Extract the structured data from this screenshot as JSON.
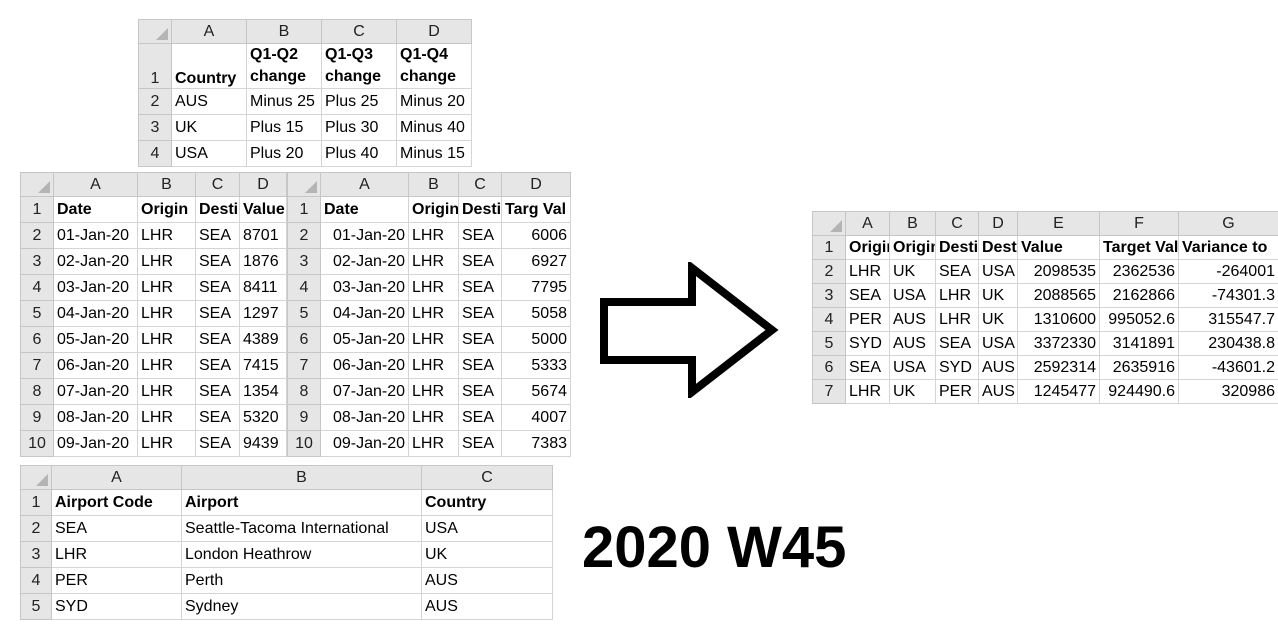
{
  "col_letters": {
    "a": "A",
    "b": "B",
    "c": "C",
    "d": "D",
    "e": "E",
    "f": "F",
    "g": "G"
  },
  "changes_table": {
    "row_numbers": [
      "1",
      "2",
      "3",
      "4"
    ],
    "header": [
      "Country",
      "Q1-Q2 change",
      "Q1-Q3 change",
      "Q1-Q4 change"
    ],
    "rows": [
      [
        "AUS",
        "Minus 25",
        "Plus 25",
        "Minus 20"
      ],
      [
        "UK",
        "Plus 15",
        "Plus 30",
        "Minus 40"
      ],
      [
        "USA",
        "Plus 20",
        "Plus 40",
        "Minus 15"
      ]
    ]
  },
  "values_table": {
    "row_numbers": [
      "1",
      "2",
      "3",
      "4",
      "5",
      "6",
      "7",
      "8",
      "9",
      "10"
    ],
    "header": [
      "Date",
      "Origin",
      "Desti",
      "Value"
    ],
    "rows": [
      [
        "01-Jan-20",
        "LHR",
        "SEA",
        "8701"
      ],
      [
        "02-Jan-20",
        "LHR",
        "SEA",
        "1876"
      ],
      [
        "03-Jan-20",
        "LHR",
        "SEA",
        "8411"
      ],
      [
        "04-Jan-20",
        "LHR",
        "SEA",
        "1297"
      ],
      [
        "05-Jan-20",
        "LHR",
        "SEA",
        "4389"
      ],
      [
        "06-Jan-20",
        "LHR",
        "SEA",
        "7415"
      ],
      [
        "07-Jan-20",
        "LHR",
        "SEA",
        "1354"
      ],
      [
        "08-Jan-20",
        "LHR",
        "SEA",
        "5320"
      ],
      [
        "09-Jan-20",
        "LHR",
        "SEA",
        "9439"
      ]
    ]
  },
  "targets_table": {
    "row_numbers": [
      "1",
      "2",
      "3",
      "4",
      "5",
      "6",
      "7",
      "8",
      "9",
      "10"
    ],
    "header": [
      "Date",
      "Origin",
      "Desti",
      "Targ Val"
    ],
    "rows": [
      [
        "01-Jan-20",
        "LHR",
        "SEA",
        "6006"
      ],
      [
        "02-Jan-20",
        "LHR",
        "SEA",
        "6927"
      ],
      [
        "03-Jan-20",
        "LHR",
        "SEA",
        "7795"
      ],
      [
        "04-Jan-20",
        "LHR",
        "SEA",
        "5058"
      ],
      [
        "05-Jan-20",
        "LHR",
        "SEA",
        "5000"
      ],
      [
        "06-Jan-20",
        "LHR",
        "SEA",
        "5333"
      ],
      [
        "07-Jan-20",
        "LHR",
        "SEA",
        "5674"
      ],
      [
        "08-Jan-20",
        "LHR",
        "SEA",
        "4007"
      ],
      [
        "09-Jan-20",
        "LHR",
        "SEA",
        "7383"
      ]
    ]
  },
  "airports_table": {
    "row_numbers": [
      "1",
      "2",
      "3",
      "4",
      "5"
    ],
    "header": [
      "Airport Code",
      "Airport",
      "Country"
    ],
    "rows": [
      [
        "SEA",
        "Seattle-Tacoma International",
        "USA"
      ],
      [
        "LHR",
        "London Heathrow",
        "UK"
      ],
      [
        "PER",
        "Perth",
        "AUS"
      ],
      [
        "SYD",
        "Sydney",
        "AUS"
      ]
    ]
  },
  "output_table": {
    "row_numbers": [
      "1",
      "2",
      "3",
      "4",
      "5",
      "6",
      "7"
    ],
    "header": [
      "Origin",
      "Origin",
      "Desti",
      "Desti",
      "Value",
      "Target Val",
      "Variance to"
    ],
    "rows": [
      [
        "LHR",
        "UK",
        "SEA",
        "USA",
        "2098535",
        "2362536",
        "-264001"
      ],
      [
        "SEA",
        "USA",
        "LHR",
        "UK",
        "2088565",
        "2162866",
        "-74301.3"
      ],
      [
        "PER",
        "AUS",
        "LHR",
        "UK",
        "1310600",
        "995052.6",
        "315547.7"
      ],
      [
        "SYD",
        "AUS",
        "SEA",
        "USA",
        "3372330",
        "3141891",
        "230438.8"
      ],
      [
        "SEA",
        "USA",
        "SYD",
        "AUS",
        "2592314",
        "2635916",
        "-43601.2"
      ],
      [
        "LHR",
        "UK",
        "PER",
        "AUS",
        "1245477",
        "924490.6",
        "320986"
      ]
    ]
  },
  "arrow": {
    "icon": "right-arrow-icon",
    "stroke": "#000000"
  },
  "title": "2020 W45"
}
